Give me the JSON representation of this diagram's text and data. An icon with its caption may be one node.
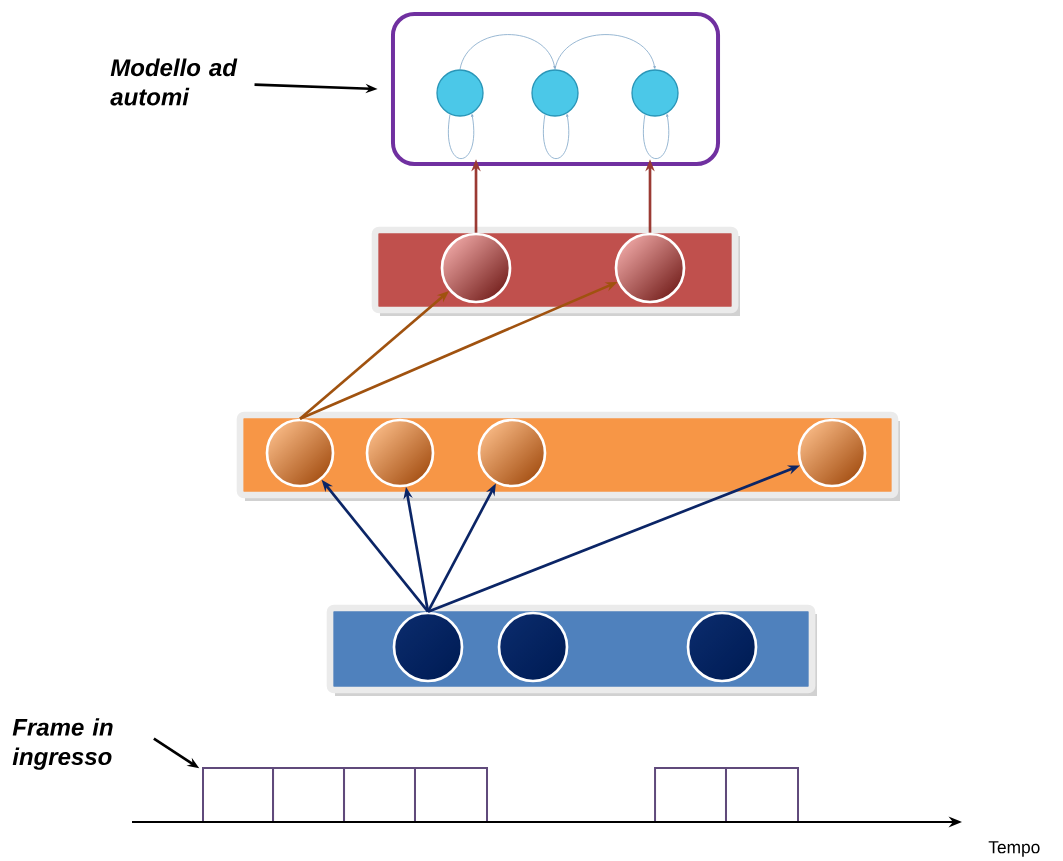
{
  "diagram": {
    "nodes": [
      {
        "text": [
          "Modello ad automi"
        ]
      },
      {
        "text": [],
        "shape": "box"
      },
      {
        "text": [],
        "shape": "circle",
        "in": 1
      },
      {
        "text": [],
        "shape": "circle",
        "in": 1
      },
      {
        "text": [],
        "shape": "circle",
        "in": 1
      },
      {
        "text": [],
        "shape": "box"
      },
      {
        "text": [],
        "shape": "circle",
        "in": 5
      },
      {
        "text": [],
        "shape": "circle",
        "in": 5
      },
      {
        "text": [],
        "shape": "box"
      },
      {
        "text": [],
        "shape": "circle",
        "in": 8
      },
      {
        "text": [],
        "shape": "circle",
        "in": 8
      },
      {
        "text": [],
        "shape": "circle",
        "in": 8
      },
      {
        "text": [],
        "shape": "circle",
        "in": 8
      },
      {
        "text": [],
        "shape": "box"
      },
      {
        "text": [],
        "shape": "circle",
        "in": 13
      },
      {
        "text": [],
        "shape": "circle",
        "in": 13
      },
      {
        "text": [],
        "shape": "circle",
        "in": 13
      },
      {
        "text": [
          "Frame in ingresso"
        ]
      },
      {
        "text": [],
        "shape": "box"
      },
      {
        "text": [],
        "shape": "box"
      },
      {
        "text": [],
        "shape": "box"
      },
      {
        "text": [],
        "shape": "box"
      },
      {
        "text": [],
        "shape": "box"
      },
      {
        "text": [],
        "shape": "box"
      }
    ],
    "edges": [
      {
        "from": 0,
        "to": 1,
        "arrow": "to",
        "color": "#000000"
      },
      {
        "from": 2,
        "to": 3,
        "arrow": "to",
        "color": "#7fa6c8"
      },
      {
        "from": 3,
        "to": 4,
        "arrow": "to",
        "color": "#7fa6c8"
      },
      {
        "from": 2,
        "to": 2,
        "arrow": "to",
        "color": "#7fa6c8"
      },
      {
        "from": 3,
        "to": 3,
        "arrow": "to",
        "color": "#7fa6c8"
      },
      {
        "from": 4,
        "to": 4,
        "arrow": "to",
        "color": "#7fa6c8"
      },
      {
        "from": 6,
        "to": 1,
        "arrow": "to",
        "color": "#9b3a33"
      },
      {
        "from": 7,
        "to": 1,
        "arrow": "to",
        "color": "#9b3a33"
      },
      {
        "from": 9,
        "to": 6,
        "arrow": "to",
        "color": "#a0520f"
      },
      {
        "from": 9,
        "to": 7,
        "arrow": "to",
        "color": "#a0520f"
      },
      {
        "from": 14,
        "to": 9,
        "arrow": "to",
        "color": "#0b2566"
      },
      {
        "from": 14,
        "to": 10,
        "arrow": "to",
        "color": "#0b2566"
      },
      {
        "from": 14,
        "to": 11,
        "arrow": "to",
        "color": "#0b2566"
      },
      {
        "from": 14,
        "to": 12,
        "arrow": "to",
        "color": "#0b2566"
      },
      {
        "from": 17,
        "to": 18,
        "arrow": "to",
        "color": "#000000"
      }
    ],
    "labels": [
      "Tempo"
    ]
  }
}
